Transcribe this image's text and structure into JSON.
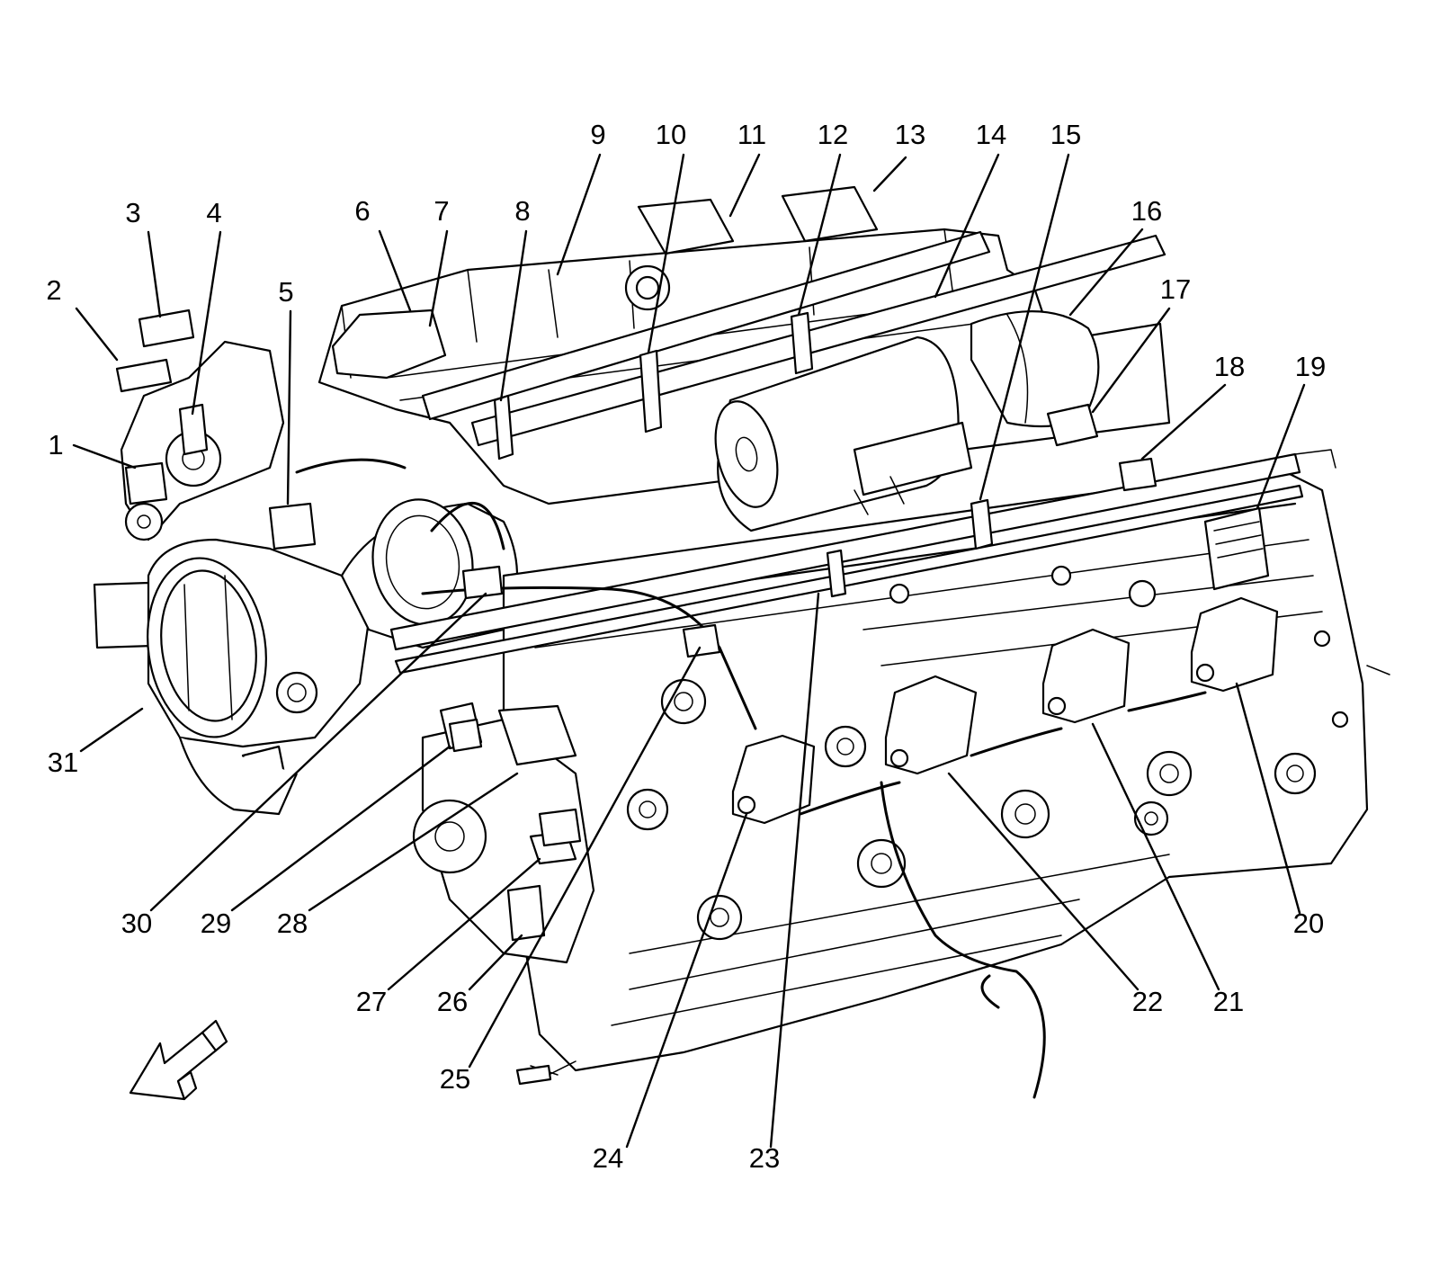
{
  "callouts": [
    {
      "id": "1",
      "label": "1"
    },
    {
      "id": "2",
      "label": "2"
    },
    {
      "id": "3",
      "label": "3"
    },
    {
      "id": "4",
      "label": "4"
    },
    {
      "id": "5",
      "label": "5"
    },
    {
      "id": "6",
      "label": "6"
    },
    {
      "id": "7",
      "label": "7"
    },
    {
      "id": "8",
      "label": "8"
    },
    {
      "id": "9",
      "label": "9"
    },
    {
      "id": "10",
      "label": "10"
    },
    {
      "id": "11",
      "label": "11"
    },
    {
      "id": "12",
      "label": "12"
    },
    {
      "id": "13",
      "label": "13"
    },
    {
      "id": "14",
      "label": "14"
    },
    {
      "id": "15",
      "label": "15"
    },
    {
      "id": "16",
      "label": "16"
    },
    {
      "id": "17",
      "label": "17"
    },
    {
      "id": "18",
      "label": "18"
    },
    {
      "id": "19",
      "label": "19"
    },
    {
      "id": "20",
      "label": "20"
    },
    {
      "id": "21",
      "label": "21"
    },
    {
      "id": "22",
      "label": "22"
    },
    {
      "id": "23",
      "label": "23"
    },
    {
      "id": "24",
      "label": "24"
    },
    {
      "id": "25",
      "label": "25"
    },
    {
      "id": "26",
      "label": "26"
    },
    {
      "id": "27",
      "label": "27"
    },
    {
      "id": "28",
      "label": "28"
    },
    {
      "id": "29",
      "label": "29"
    },
    {
      "id": "30",
      "label": "30"
    },
    {
      "id": "31",
      "label": "31"
    }
  ],
  "icons": {
    "direction_arrow": "front-direction-arrow-icon"
  }
}
